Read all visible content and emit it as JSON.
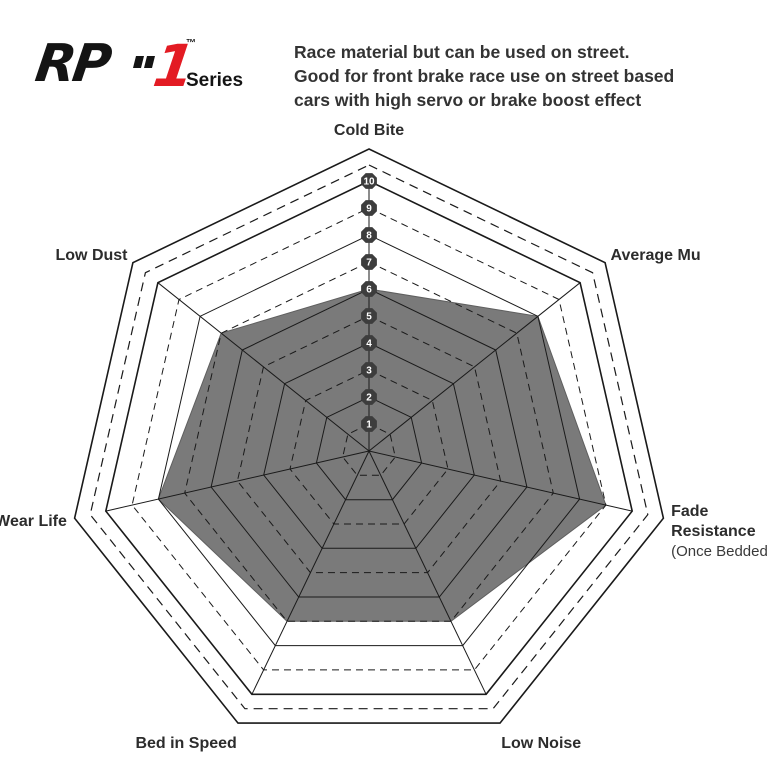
{
  "brand": {
    "logo_main": "RP",
    "logo_number": "1",
    "trademark": "™",
    "series_label": "Series",
    "accent_color": "#e31b23",
    "text_color": "#141414"
  },
  "description": [
    "Race material but can be used on street.",
    "Good for front brake race use on street based",
    "cars with high servo or brake boost effect"
  ],
  "chart_data": {
    "type": "radar",
    "title": "",
    "scale": {
      "min": 0,
      "max": 10,
      "ticks": [
        1,
        2,
        3,
        4,
        5,
        6,
        7,
        8,
        9,
        10
      ]
    },
    "axes": [
      {
        "label": "Cold Bite",
        "note": ""
      },
      {
        "label": "Average Mu",
        "note": ""
      },
      {
        "label": "Fade",
        "label2": "Resistance",
        "note": "(Once Bedded)"
      },
      {
        "label": "Low Noise",
        "note": ""
      },
      {
        "label": "Bed in Speed",
        "note": ""
      },
      {
        "label": "Wear Life",
        "note": ""
      },
      {
        "label": "Low Dust",
        "note": ""
      }
    ],
    "series": [
      {
        "values": [
          6,
          8,
          9,
          7,
          7,
          8,
          7
        ],
        "color": "#7a7a7a"
      }
    ]
  }
}
